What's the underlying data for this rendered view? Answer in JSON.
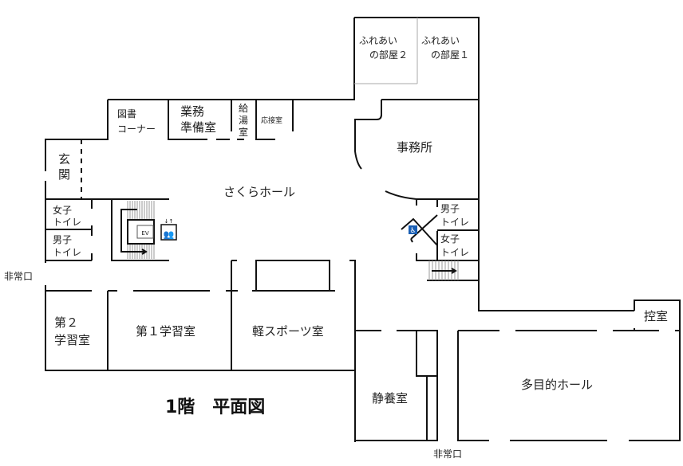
{
  "title": "1階　平面図",
  "rooms": {
    "fureai2_a": "ふれあい",
    "fureai2_b": "の部屋２",
    "fureai1_a": "ふれあい",
    "fureai1_b": "の部屋１",
    "toshyo_a": "図書",
    "toshyo_b": "コーナー",
    "gyomu_a": "業務",
    "gyomu_b": "準備室",
    "kyuto_a": "給",
    "kyuto_b": "湯",
    "kyuto_c": "室",
    "osetsu": "応接室",
    "jimusho": "事務所",
    "genkan_a": "玄",
    "genkan_b": "関",
    "sakura": "さくらホール",
    "wc_f_left_a": "女子",
    "wc_f_left_b": "トイレ",
    "wc_m_left_a": "男子",
    "wc_m_left_b": "トイレ",
    "ev": "EV",
    "wc_m_right_a": "男子",
    "wc_m_right_b": "トイレ",
    "wc_f_right_a": "女子",
    "wc_f_right_b": "トイレ",
    "exit_left": "非常口",
    "gakushu2_a": "第２",
    "gakushu2_b": "学習室",
    "gakushu1": "第１学習室",
    "sports": "軽スポーツ室",
    "hikae": "控室",
    "seiyo": "静養室",
    "tamokuteki": "多目的ホール",
    "exit_bottom": "非常口"
  },
  "colors": {
    "accessible": "#1a5fb4"
  }
}
